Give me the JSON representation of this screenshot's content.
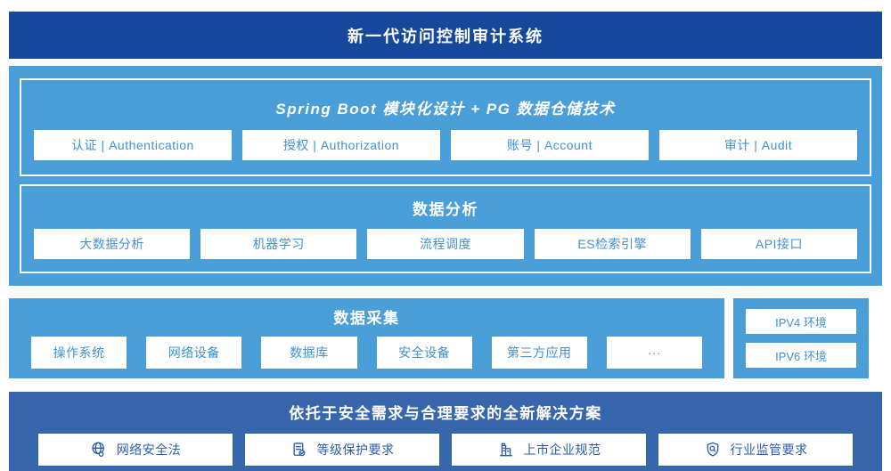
{
  "colors": {
    "banner_navy": "#16489C",
    "light_blue": "#4B9FD9",
    "solution_blue": "#3866AD",
    "box_text_blue": "#3F92D3",
    "solution_text_blue": "#2B5CA8"
  },
  "banner": {
    "title": "新一代访问控制审计系统"
  },
  "platform": {
    "modules": {
      "title": "Spring Boot 模块化设计 + PG 数据仓储技术",
      "items": [
        "认证 | Authentication",
        "授权 | Authorization",
        "账号 | Account",
        "审计 | Audit"
      ]
    },
    "analysis": {
      "title": "数据分析",
      "items": [
        "大数据分析",
        "机器学习",
        "流程调度",
        "ES检索引擎",
        "API接口"
      ]
    }
  },
  "collection": {
    "title": "数据采集",
    "items": [
      "操作系统",
      "网络设备",
      "数据库",
      "安全设备",
      "第三方应用",
      "···"
    ]
  },
  "environments": {
    "items": [
      "IPV4 环境",
      "IPV6 环境"
    ]
  },
  "solution": {
    "title": "依托于安全需求与合理要求的全新解决方案",
    "items": [
      {
        "icon": "globe-network-icon",
        "label": "网络安全法"
      },
      {
        "icon": "document-check-icon",
        "label": "等级保护要求"
      },
      {
        "icon": "building-icon",
        "label": "上市企业规范"
      },
      {
        "icon": "shield-search-icon",
        "label": "行业监管要求"
      }
    ]
  }
}
